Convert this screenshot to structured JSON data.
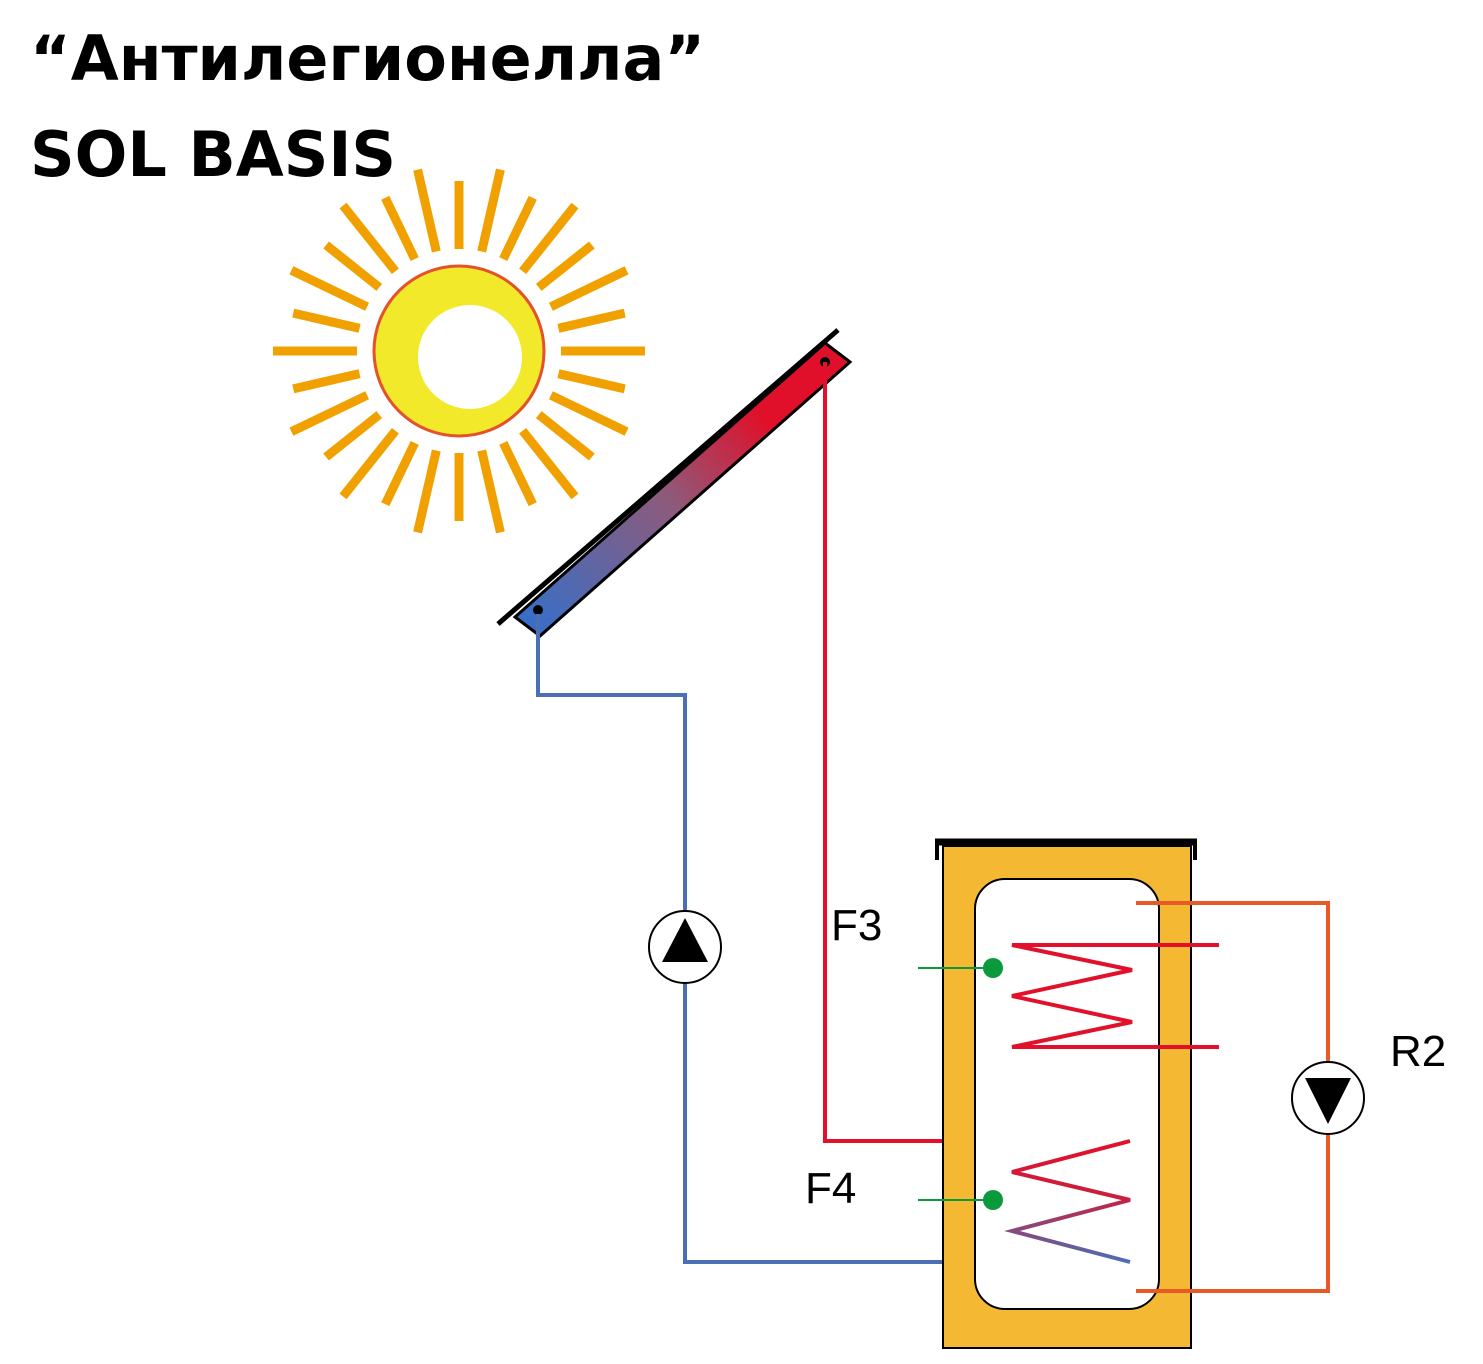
{
  "title": {
    "line1": "“Антилегионелла”",
    "line2": "SOL BASIS"
  },
  "sensors": {
    "f3": "F3",
    "f4": "F4"
  },
  "pump_r2": "R2",
  "colors": {
    "sun_rays": "#f0a100",
    "sun_core": "#f2e92a",
    "sun_outline": "#e4512a",
    "hot_line": "#e2102a",
    "cold_line": "#4a6fb5",
    "circulation_line": "#e85a25",
    "tank_shell": "#f4b833",
    "sensor_dot": "#0a9a3c"
  }
}
